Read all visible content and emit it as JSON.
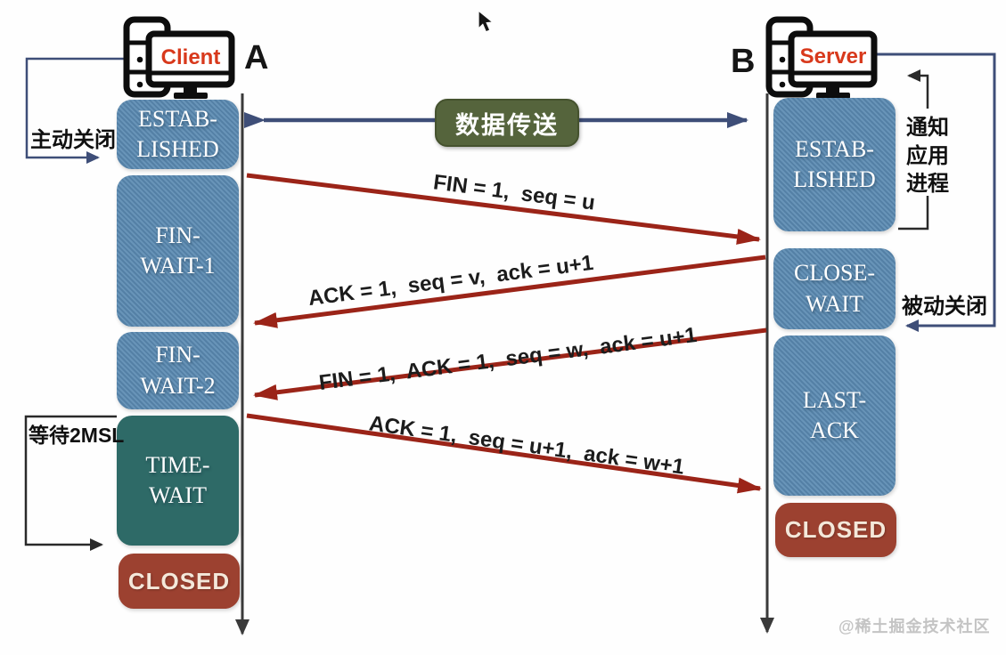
{
  "endpoints": {
    "client": {
      "icon_label": "Client",
      "letter": "A"
    },
    "server": {
      "icon_label": "Server",
      "letter": "B"
    }
  },
  "transfer_badge": "数据传送",
  "client_states": [
    {
      "line1": "ESTAB-",
      "line2": "LISHED"
    },
    {
      "line1": "FIN-",
      "line2": "WAIT-1"
    },
    {
      "line1": "FIN-",
      "line2": "WAIT-2"
    },
    {
      "line1": "TIME-",
      "line2": "WAIT"
    },
    {
      "line1": "CLOSED",
      "line2": ""
    }
  ],
  "server_states": [
    {
      "line1": "ESTAB-",
      "line2": "LISHED"
    },
    {
      "line1": "CLOSE-",
      "line2": "WAIT"
    },
    {
      "line1": "LAST-",
      "line2": "ACK"
    },
    {
      "line1": "CLOSED",
      "line2": ""
    }
  ],
  "messages": [
    {
      "label": "FIN = 1,  seq = u",
      "direction": "A to B"
    },
    {
      "label": "ACK = 1,  seq = v,  ack = u+1",
      "direction": "B to A"
    },
    {
      "label": "FIN = 1,  ACK = 1,  seq = w,  ack = u+1",
      "direction": "B to A"
    },
    {
      "label": "ACK = 1,  seq = u+1,  ack = w+1",
      "direction": "A to B"
    }
  ],
  "annotations": {
    "active_close": "主动关闭",
    "passive_close": "被动关闭",
    "wait_2msl": "等待2MSL",
    "notify_app_lines": [
      "通知",
      "应用",
      "进程"
    ]
  },
  "watermark": "@稀土掘金技术社区",
  "colors": {
    "state_blue": "#5d8cb3",
    "state_teal": "#2e6a67",
    "state_brick": "#9c4130",
    "badge_olive": "#55643c",
    "arrow_red": "#9b2418",
    "arrow_navy": "#3e4e78",
    "icon_label_red": "#d8391c"
  }
}
